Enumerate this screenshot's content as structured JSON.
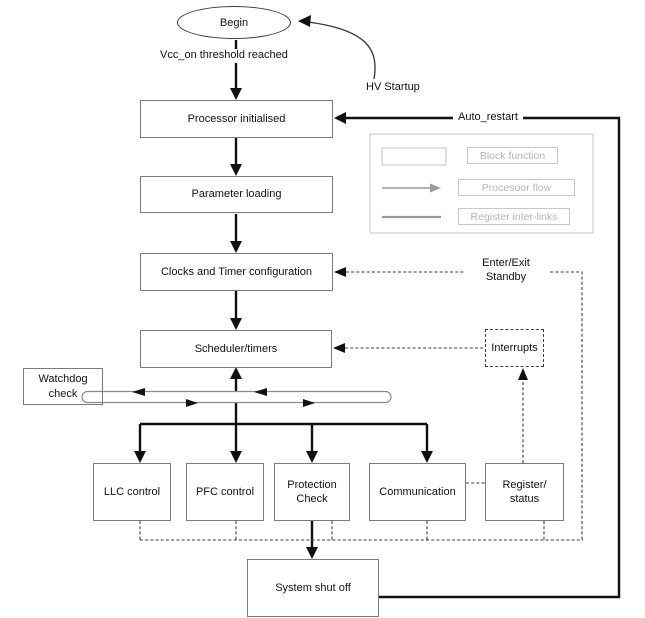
{
  "colors": {
    "background": "#ffffff",
    "box_border": "#7a7a7a",
    "flow_arrow": "#111111",
    "dashed_line": "#3c3c3c",
    "capsule_outline": "#8a8a8a",
    "legend_border": "#c6c6c6",
    "legend_text": "#b5b5b5",
    "legend_arrow": "#9a9a9a",
    "text": "#101018"
  },
  "terminator": {
    "begin": "Begin"
  },
  "annotations": {
    "vcc": "Vcc_on threshold reached",
    "hv_startup": "HV Startup",
    "auto_restart": "Auto_restart",
    "enter_exit": {
      "line1": "Enter/Exit",
      "line2": "Standby"
    }
  },
  "nodes": {
    "processor": "Processor initialised",
    "parameter": "Parameter loading",
    "clocks": "Clocks and Timer configuration",
    "scheduler": "Scheduler/timers",
    "watchdog": {
      "line1": "Watchdog",
      "line2": "check"
    },
    "interrupts": "Interrupts",
    "llc": "LLC control",
    "pfc": "PFC control",
    "protection": {
      "line1": "Protection",
      "line2": "Check"
    },
    "communication": "Communication",
    "register": {
      "line1": "Register/",
      "line2": "status"
    },
    "shutoff": "System shut off"
  },
  "legend": {
    "block_function": "Block function",
    "processor_flow": "Procesoor flow",
    "register_links": "Register inter-links"
  }
}
